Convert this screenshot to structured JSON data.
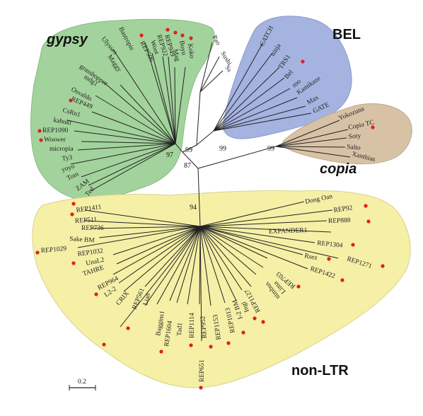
{
  "groups": {
    "gypsy": "gypsy",
    "bel": "BEL",
    "copia": "copia",
    "nonltr": "non-LTR"
  },
  "colors": {
    "gypsy": "#a3d39c",
    "bel": "#a5b3e0",
    "copia": "#d8c2a6",
    "nonltr": "#f5f0a6",
    "marker": "#e0201b"
  },
  "bootstrap": [
    "97",
    "99",
    "99",
    "99",
    "87",
    "94"
  ],
  "scale_bar": "0.2",
  "leaves": {
    "gypsy": [
      "Bastropis",
      "REP506",
      "Woot",
      "REP922",
      "REP949",
      "Mag",
      "Boyu",
      "Koko",
      "Ulysses",
      "Maggy",
      "grasshopper",
      "mdg1",
      "Osvaldo",
      "REP449",
      "CsRn1",
      "kabuki",
      "REP1090",
      "Woswer",
      "micropia",
      "Ty3",
      "yoyo",
      "Tom",
      "ZAM",
      "Ted"
    ],
    "bel": [
      "CATCH",
      "ninja",
      "TRS1",
      "Bel",
      "roo",
      "Kamikaze",
      "Max",
      "GATE",
      "Pao",
      "Sushi",
      "Ss"
    ],
    "copia": [
      "Yokozuna",
      "Copia TC",
      "Soty",
      "Salto",
      "Xanthias"
    ],
    "nonltr": [
      "Dong Oan",
      "REP92",
      "REP888",
      "EXPANDER1",
      "REP1304",
      "Rsez",
      "REP1271",
      "REP1422",
      "REP1411",
      "REP511",
      "REP736",
      "Sake BM",
      "REP1029",
      "REP1032",
      "UnaL2",
      "TAHRE",
      "REP964",
      "L2-2",
      "CRIX",
      "REP561",
      "Lian",
      "Baggins1",
      "REP1604",
      "Tad1",
      "REP1114",
      "REP952",
      "REP1153",
      "REP1013",
      "I-2 BM",
      "Ingi",
      "REP1127",
      "nimbus",
      "Lima",
      "REP703",
      "REP651"
    ]
  }
}
